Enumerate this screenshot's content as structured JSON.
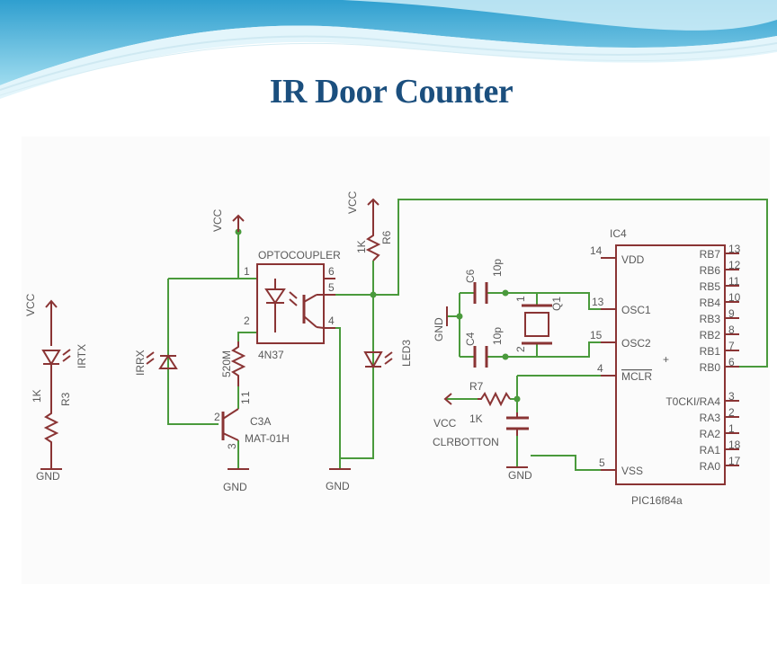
{
  "title": "IR Door Counter",
  "colors": {
    "wire": "#4a9a3c",
    "component": "#8a3434",
    "text": "#5a5a5a",
    "title": "#1b4f7e",
    "banner": "#3aaed3"
  },
  "schematic": {
    "vcc_left": "VCC",
    "vcc_mid": "VCC",
    "vcc_r6": "VCC",
    "vcc_r7": "VCC",
    "gnd": "GND",
    "gnd_osc": "GND",
    "optocoupler_label": "OPTOCOUPLER",
    "optocoupler_part": "4N37",
    "opto_pin1": "1",
    "opto_pin2": "2",
    "opto_pin4": "4",
    "opto_pin5": "5",
    "opto_pin6": "6",
    "irtx": "IRTX",
    "irrx": "IRRX",
    "r3": "R3",
    "r3_value": "1K",
    "r_opto_value": "520M",
    "r6": "R6",
    "r6_value": "1K",
    "r7": "R7",
    "r7_value": "1K",
    "led3": "LED3",
    "q_name": "C3A",
    "q_part": "MAT-01H",
    "q_pin1": "1",
    "q_pin2": "2",
    "q_pin3": "3",
    "r_opto_pin": "1",
    "c6": "C6",
    "c6_value": "10p",
    "c4": "C4",
    "c4_value": "10p",
    "q1": "Q1",
    "q1_pin1": "1",
    "q1_pin2": "2",
    "clrbutton": "CLRBOTTON",
    "ic_name": "IC4",
    "ic_part": "PIC16f84a",
    "ic_pins_left": [
      {
        "num": "14",
        "name": "VDD"
      },
      {
        "num": "13",
        "name": "OSC1"
      },
      {
        "num": "15",
        "name": "OSC2"
      },
      {
        "num": "4",
        "name": "MCLR"
      },
      {
        "num": "5",
        "name": "VSS"
      }
    ],
    "ic_pins_right": [
      {
        "num": "13",
        "name": "RB7"
      },
      {
        "num": "12",
        "name": "RB6"
      },
      {
        "num": "11",
        "name": "RB5"
      },
      {
        "num": "10",
        "name": "RB4"
      },
      {
        "num": "9",
        "name": "RB3"
      },
      {
        "num": "8",
        "name": "RB2"
      },
      {
        "num": "7",
        "name": "RB1"
      },
      {
        "num": "6",
        "name": "RB0"
      },
      {
        "num": "3",
        "name": "T0CKI/RA4"
      },
      {
        "num": "2",
        "name": "RA3"
      },
      {
        "num": "1",
        "name": "RA2"
      },
      {
        "num": "18",
        "name": "RA1"
      },
      {
        "num": "17",
        "name": "RA0"
      }
    ]
  }
}
